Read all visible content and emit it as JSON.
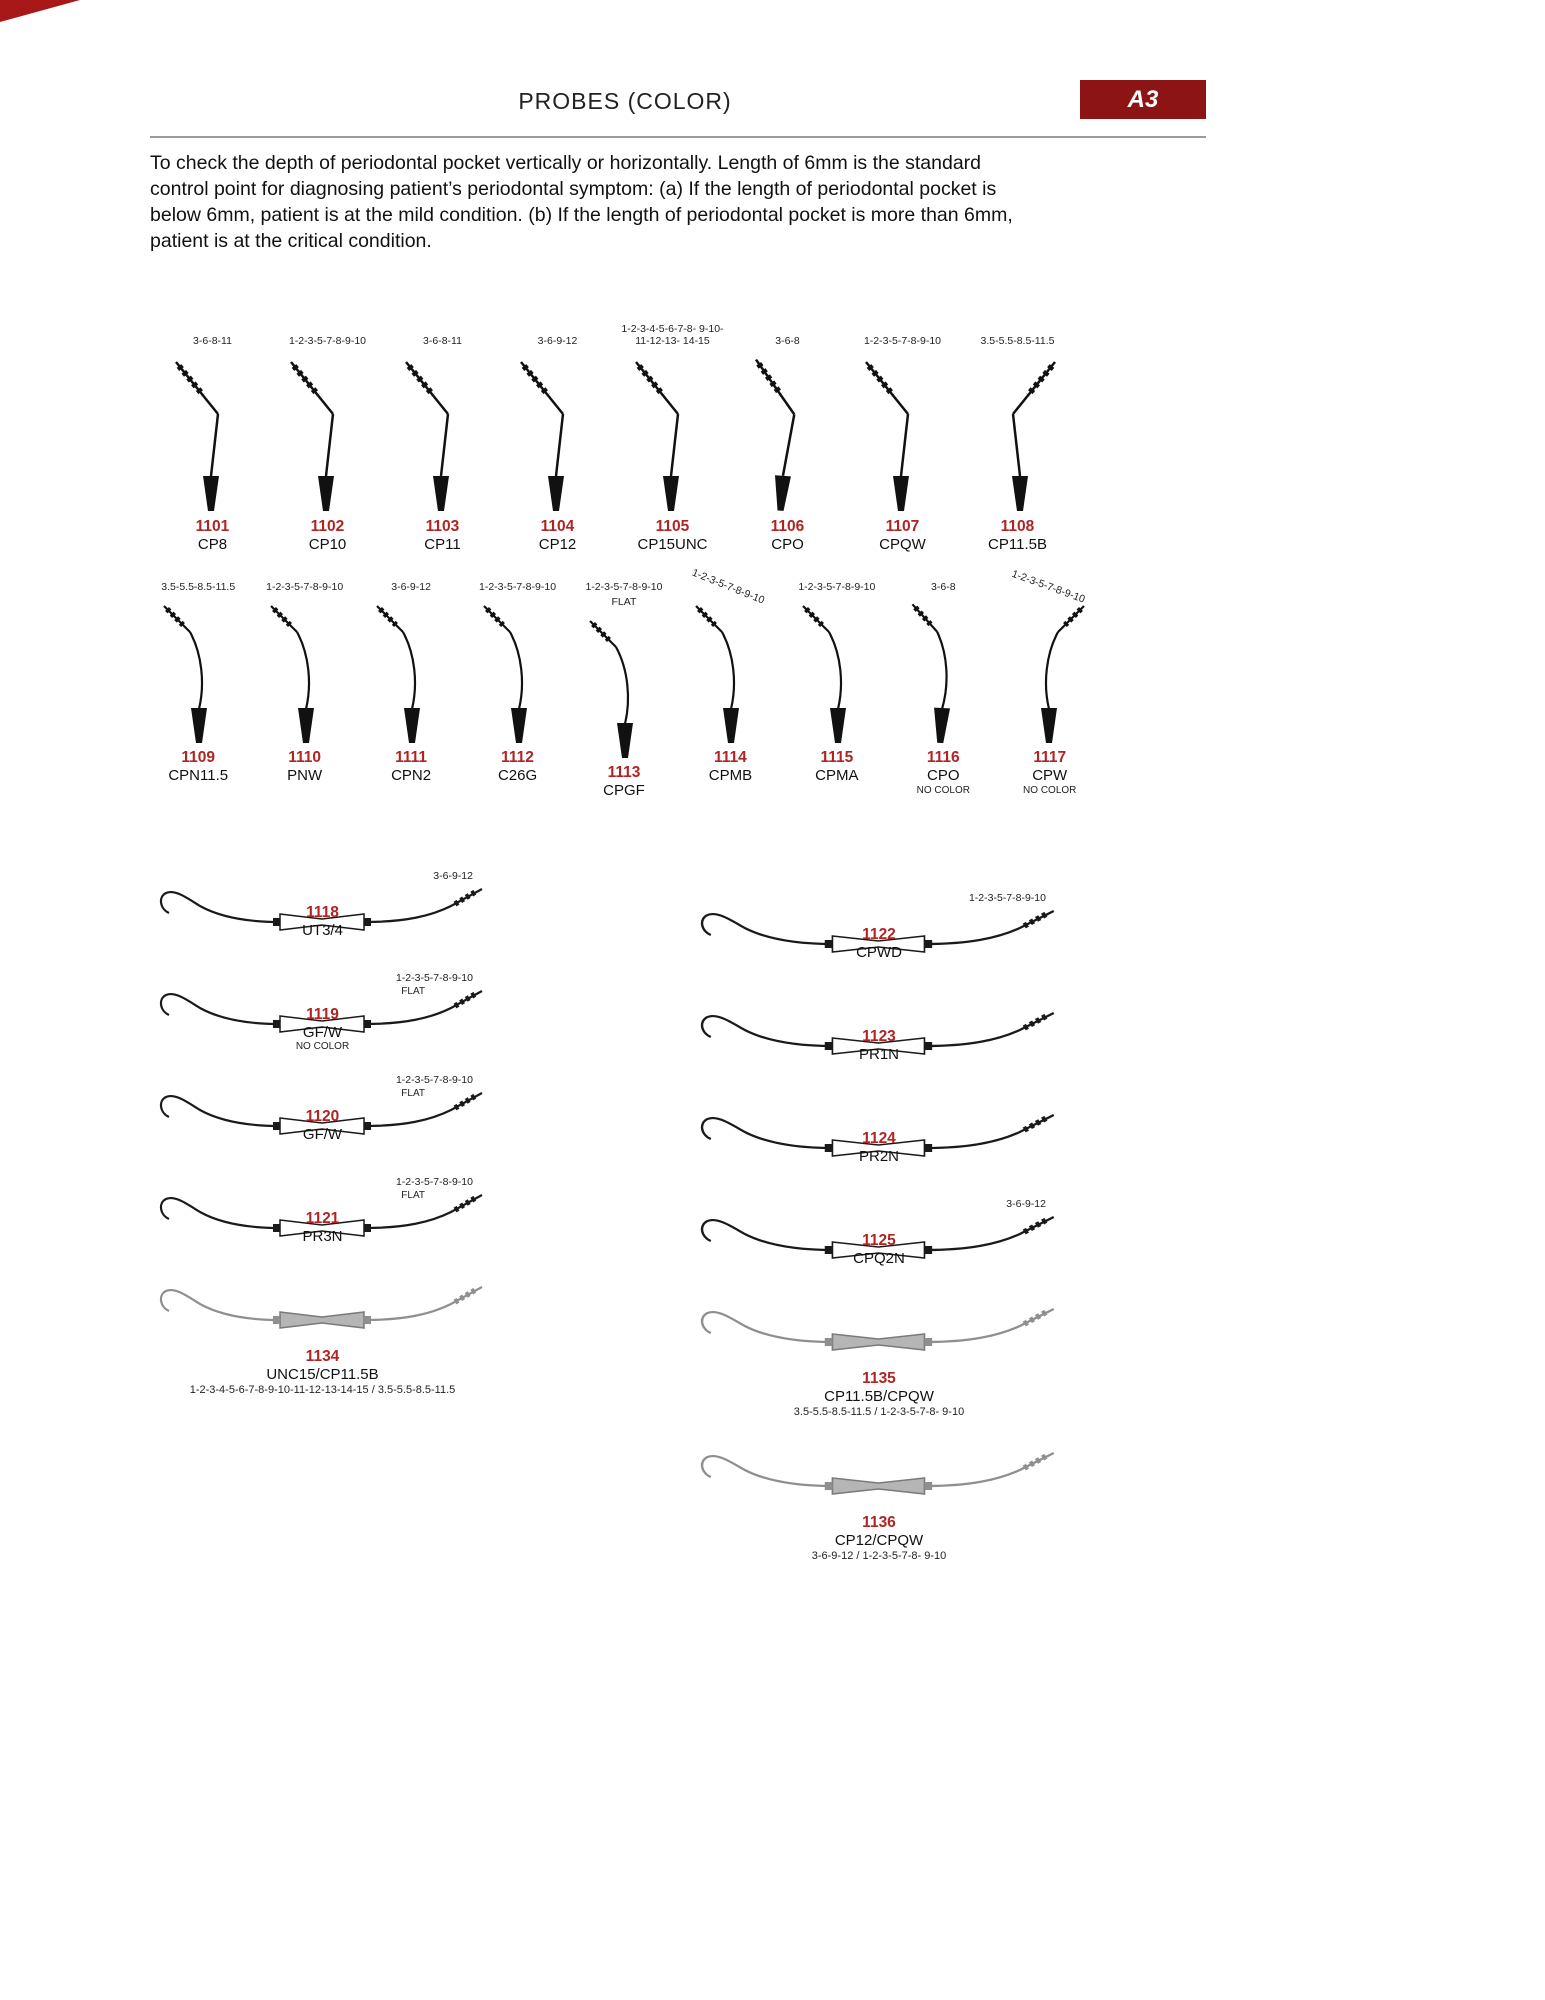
{
  "header": {
    "title": "PROBES (COLOR)",
    "badge": "A3"
  },
  "intro": {
    "text": "To check the depth of periodontal pocket vertically or horizontally. Length of 6mm is the standard control point for diagnosing patient’s periodontal symptom: (a) If the length of periodontal pocket is below 6mm, patient is at the mild condition. (b) If the length of periodontal pocket is more than 6mm, patient is at the critical condition."
  },
  "colors": {
    "accent_red": "#a81818",
    "badge_red": "#8d1414",
    "item_number_red": "#b02424"
  },
  "row1": [
    {
      "scale": "3-6-8-11",
      "item": "1101",
      "model": "CP8"
    },
    {
      "scale": "1-2-3-5-7-8-9-10",
      "item": "1102",
      "model": "CP10"
    },
    {
      "scale": "3-6-8-11",
      "item": "1103",
      "model": "CP11"
    },
    {
      "scale": "3-6-9-12",
      "item": "1104",
      "model": "CP12"
    },
    {
      "scale": "1-2-3-4-5-6-7-8- 9-10-11-12-13- 14-15",
      "item": "1105",
      "model": "CP15UNC"
    },
    {
      "scale": "3-6-8",
      "item": "1106",
      "model": "CPO"
    },
    {
      "scale": "1-2-3-5-7-8-9-10",
      "item": "1107",
      "model": "CPQW"
    },
    {
      "scale": "3.5-5.5-8.5-11.5",
      "item": "1108",
      "model": "CP11.5B"
    }
  ],
  "row2": [
    {
      "scale": "3.5-5.5-8.5-11.5",
      "item": "1109",
      "model": "CPN11.5"
    },
    {
      "scale": "1-2-3-5-7-8-9-10",
      "item": "1110",
      "model": "PNW"
    },
    {
      "scale": "3-6-9-12",
      "item": "1111",
      "model": "CPN2"
    },
    {
      "scale": "1-2-3-5-7-8-9-10",
      "item": "1112",
      "model": "C26G"
    },
    {
      "scale": "1-2-3-5-7-8-9-10",
      "scale2": "FLAT",
      "item": "1113",
      "model": "CPGF"
    },
    {
      "scale": "1-2-3-5-7-8-9-10",
      "item": "1114",
      "model": "CPMB"
    },
    {
      "scale": "1-2-3-5-7-8-9-10",
      "item": "1115",
      "model": "CPMA"
    },
    {
      "scale": "3-6-8",
      "item": "1116",
      "model": "CPO",
      "note": "NO COLOR"
    },
    {
      "scale": "1-2-3-5-7-8-9-10",
      "item": "1117",
      "model": "CPW",
      "note": "NO COLOR"
    }
  ],
  "left_column": [
    {
      "scale": "3-6-9-12",
      "item": "1118",
      "model": "UT3/4"
    },
    {
      "scale": "1-2-3-5-7-8-9-10",
      "scale2": "FLAT",
      "item": "1119",
      "model": "GF/W",
      "note": "NO COLOR"
    },
    {
      "scale": "1-2-3-5-7-8-9-10",
      "scale2": "FLAT",
      "item": "1120",
      "model": "GF/W"
    },
    {
      "scale": "1-2-3-5-7-8-9-10",
      "scale2": "FLAT",
      "item": "1121",
      "model": "PR3N"
    },
    {
      "item": "1134",
      "model": "UNC15/CP11.5B",
      "scale_below": "1-2-3-4-5-6-7-8-9-10-11-12-13-14-15  /  3.5-5.5-8.5-11.5"
    }
  ],
  "right_column": [
    {
      "scale": "1-2-3-5-7-8-9-10",
      "item": "1122",
      "model": "CPWD"
    },
    {
      "item": "1123",
      "model": "PR1N"
    },
    {
      "item": "1124",
      "model": "PR2N"
    },
    {
      "scale": "3-6-9-12",
      "item": "1125",
      "model": "CPQ2N"
    },
    {
      "item": "1135",
      "model": "CP11.5B/CPQW",
      "scale_below": "3.5-5.5-8.5-11.5  /  1-2-3-5-7-8- 9-10"
    },
    {
      "item": "1136",
      "model": "CP12/CPQW",
      "scale_below": "3-6-9-12  /  1-2-3-5-7-8- 9-10"
    }
  ]
}
